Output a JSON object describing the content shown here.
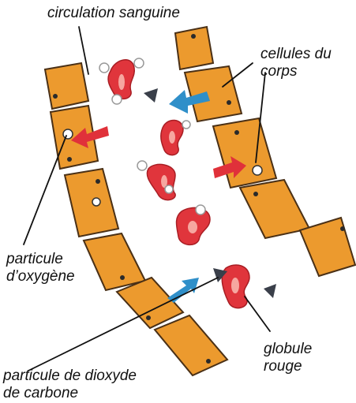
{
  "labels": {
    "circulation": "circulation sanguine",
    "cells_line1": "cellules du",
    "cells_line2": "corps",
    "oxygen_line1": "particule",
    "oxygen_line2": "d’oxygène",
    "co2_line1": "particule de dioxyde",
    "co2_line2": "de carbone",
    "rbc_line1": "globule",
    "rbc_line2": "rouge"
  },
  "colors": {
    "cell_fill": "#ec9a2e",
    "cell_stroke": "#4a3016",
    "blood_cell": "#e0353c",
    "blood_cell_center": "#f6a7a0",
    "arrow_red": "#e0313a",
    "arrow_blue": "#2f8fc9",
    "oxygen_particle": "#ffffff",
    "co2_particle": "#3a3f4a",
    "leader_line": "#111111"
  }
}
